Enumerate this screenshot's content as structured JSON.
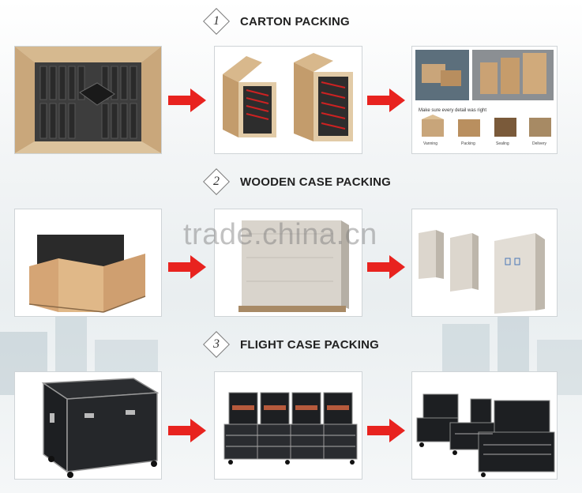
{
  "sections": [
    {
      "number": "1",
      "title": "CARTON PACKING"
    },
    {
      "number": "2",
      "title": "WOODEN CASE PACKING"
    },
    {
      "number": "3",
      "title": "FLIGHT CASE PACKING"
    }
  ],
  "carton_steps_panel": {
    "caption": "Make sure every detail was right",
    "steps": [
      "Vanning",
      "Packing",
      "Sealing",
      "Delivery"
    ]
  },
  "watermark": "trade.china.cn",
  "colors": {
    "arrow": "#e8231f",
    "frame_border": "#cfd4d7",
    "box_brown": "#c8a57a",
    "case_dark": "#1d1f22"
  }
}
